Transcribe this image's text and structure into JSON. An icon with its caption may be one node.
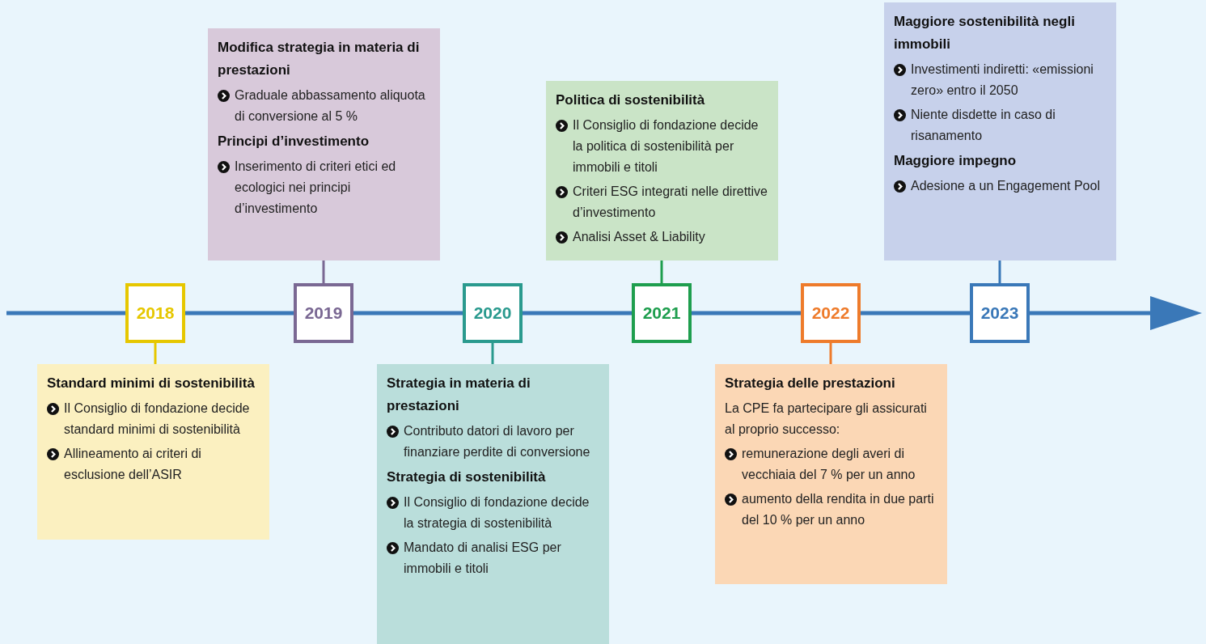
{
  "diagram": {
    "nodes": [
      {
        "text": [
          "2018"
        ]
      },
      {
        "text": [
          "2019"
        ]
      },
      {
        "text": [
          "2020"
        ]
      },
      {
        "text": [
          "2021"
        ]
      },
      {
        "text": [
          "2022"
        ]
      },
      {
        "text": [
          "2023"
        ]
      },
      {
        "text": [
          "Standard minimi di sostenibilità",
          "Il Consiglio di fondazione decide standard minimi di sostenibilità",
          "Allineamento ai criteri di esclusione dell’ASIR"
        ]
      },
      {
        "text": [
          "Modifica strategia in materia di prestazioni",
          "Graduale abbassamento aliquota di conversione al 5 %",
          "Principi d’investimento",
          "Inserimento di criteri etici ed ecologici nei principi d’investimento"
        ]
      },
      {
        "text": [
          "Strategia in materia di prestazioni",
          "Contributo datori di lavoro per finanziare perdite di conversione",
          "Strategia di sostenibilità",
          "Il Consiglio di fondazione decide la strategia di sostenibilità",
          "Mandato di analisi ESG per immobili e titoli"
        ]
      },
      {
        "text": [
          "Politica di sostenibilità",
          "Il Consiglio di fondazione decide la politica di sostenibilità per immobili e titoli",
          "Criteri ESG integrati nelle direttive d’investimento",
          "Analisi Asset & Liability"
        ]
      },
      {
        "text": [
          "Strategia delle prestazioni",
          "La CPE fa partecipare gli assicurati al proprio successo:",
          "remunerazione degli averi di vecchiaia del 7 % per un anno",
          "aumento della rendita in due parti del 10 % per un anno"
        ]
      },
      {
        "text": [
          "Maggiore sostenibilità negli immobili",
          "Investimenti indiretti: «emissioni zero» entro il 2050",
          "Niente disdette in caso di risanamento",
          "Maggiore impegno",
          "Adesione a un Engagement Pool"
        ]
      }
    ],
    "edges": [
      {
        "from": 0,
        "to": 6,
        "arrow": "none",
        "color": "#e6c700"
      },
      {
        "from": 1,
        "to": 7,
        "arrow": "none",
        "color": "#7a6893"
      },
      {
        "from": 2,
        "to": 8,
        "arrow": "none",
        "color": "#2a9a8e"
      },
      {
        "from": 3,
        "to": 9,
        "arrow": "none",
        "color": "#1e9e4e"
      },
      {
        "from": 4,
        "to": 10,
        "arrow": "none",
        "color": "#ee7b2b"
      },
      {
        "from": 5,
        "to": 11,
        "arrow": "none",
        "color": "#3a78b8"
      }
    ]
  }
}
